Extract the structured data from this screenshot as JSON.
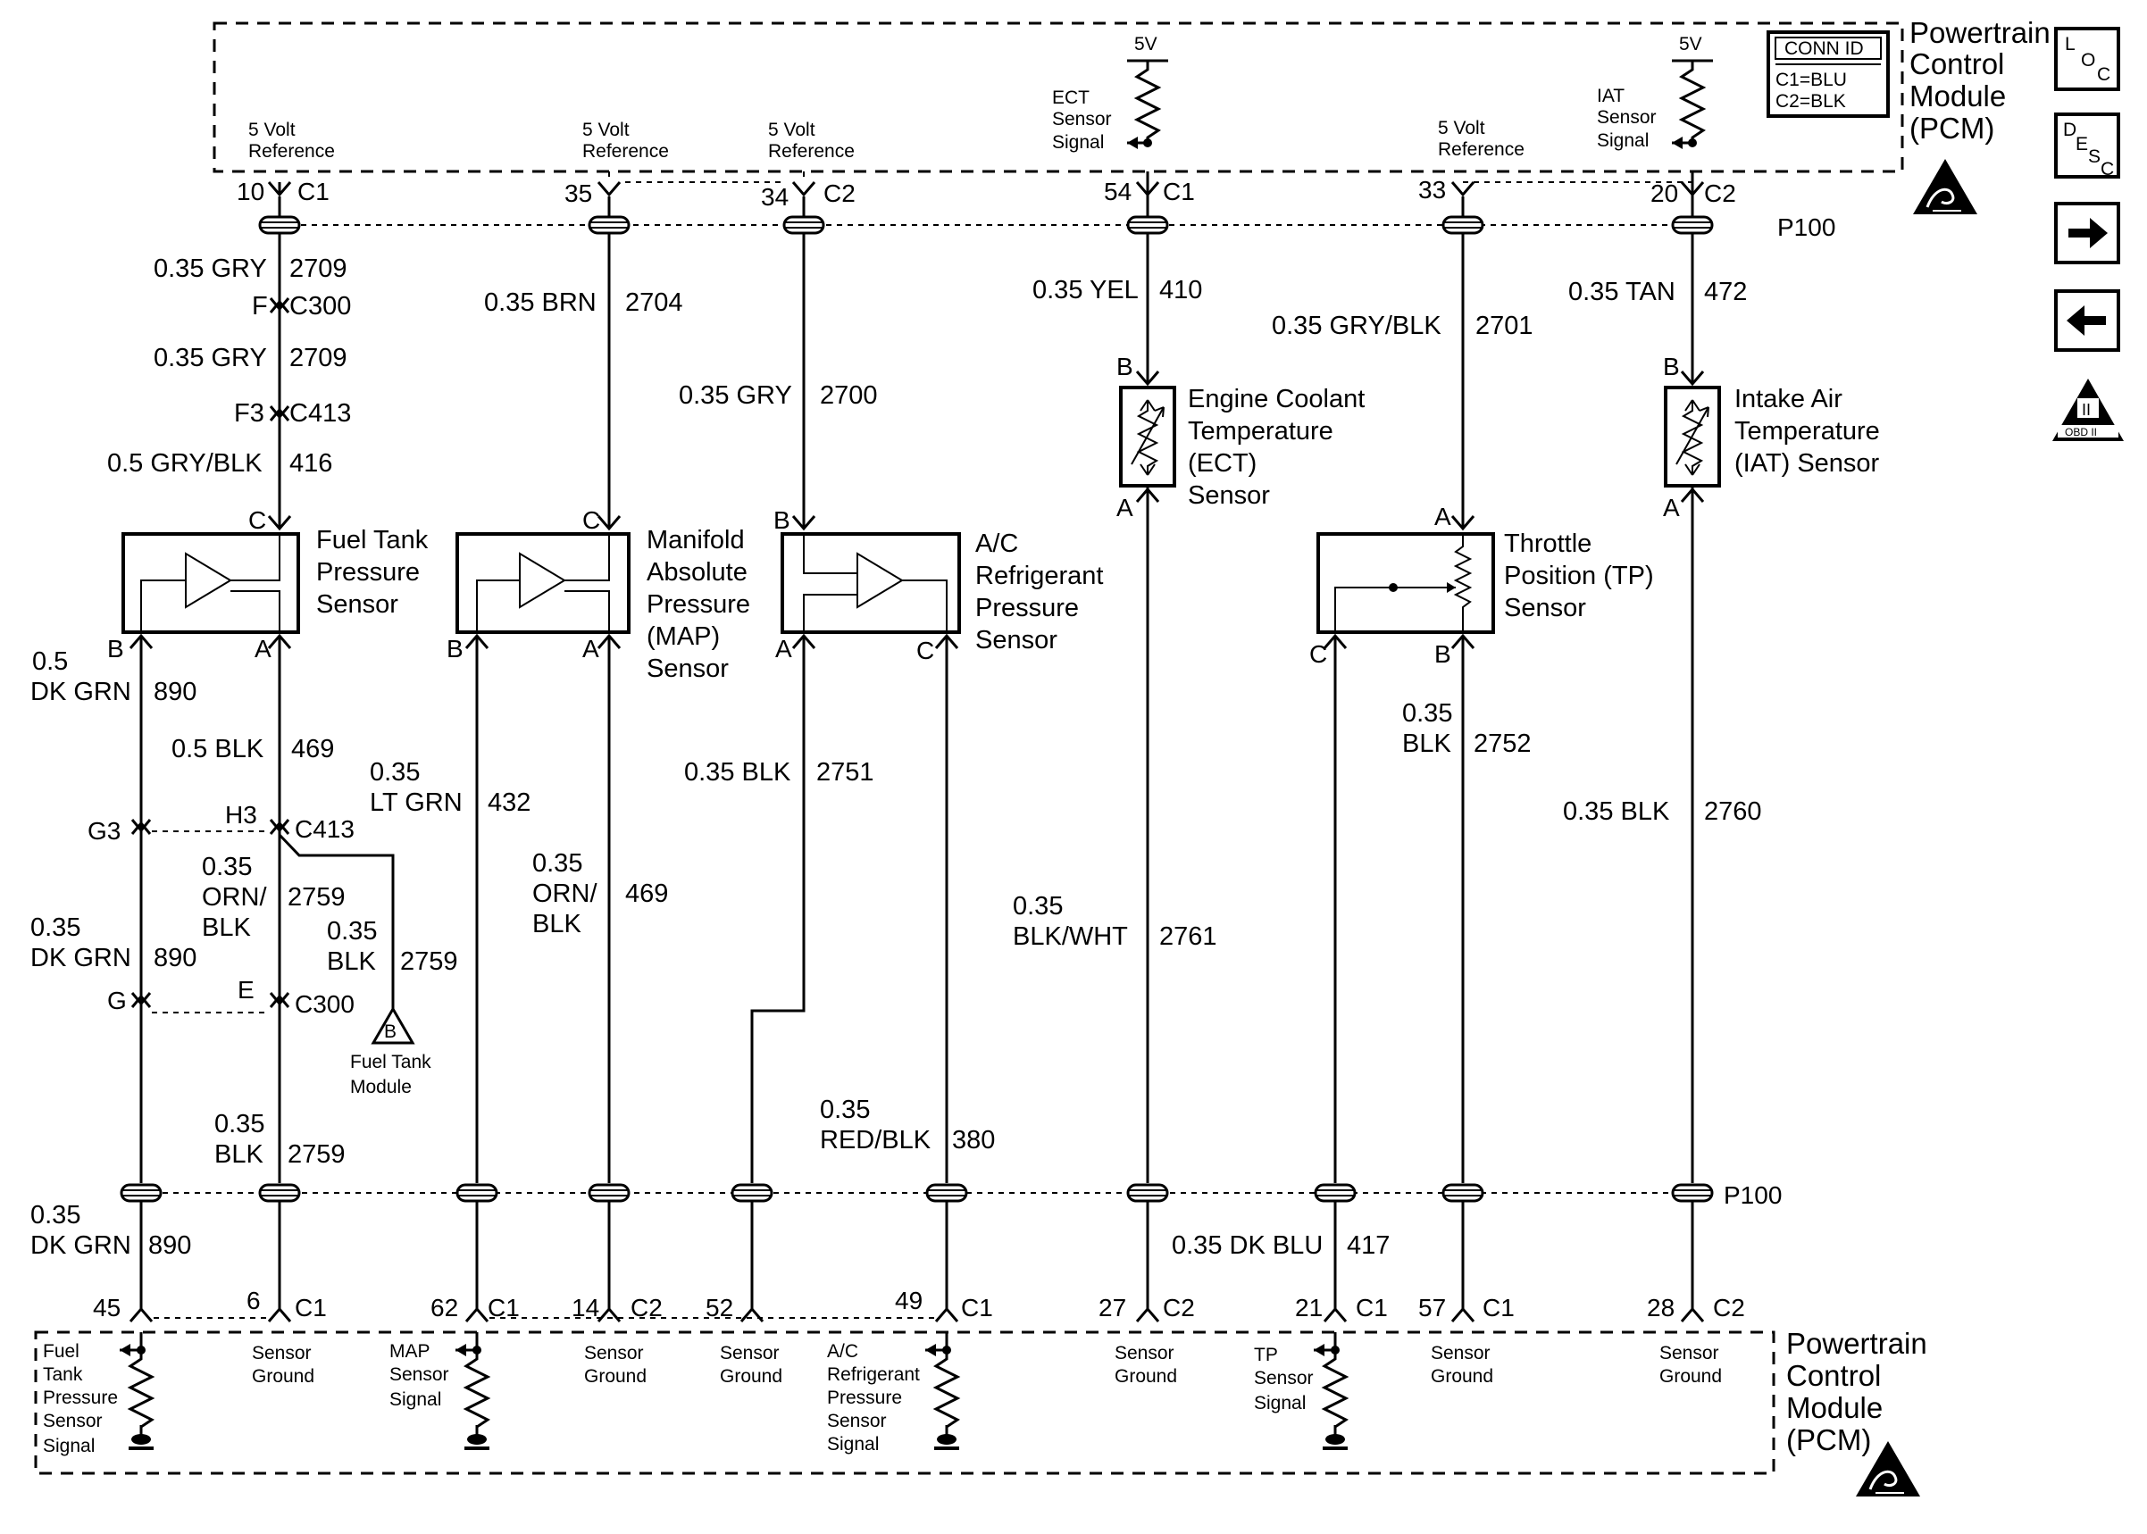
{
  "pcm_top": {
    "title": [
      "Powertrain",
      "Control",
      "Module",
      "(PCM)"
    ],
    "conn_id": {
      "title": "CONN ID",
      "c1": "C1=BLU",
      "c2": "C2=BLK"
    },
    "five_volt": "5V",
    "ref_line1": "5 Volt",
    "ref_line2": "Reference",
    "ect_signal": [
      "ECT",
      "Sensor",
      "Signal"
    ],
    "iat_signal": [
      "IAT",
      "Sensor",
      "Signal"
    ]
  },
  "pins_top": {
    "p10": "10",
    "p35": "35",
    "p34": "34",
    "p54": "54",
    "p33": "33",
    "p20": "20",
    "c1": "C1",
    "c2": "C2",
    "p100": "P100"
  },
  "wires": {
    "w2709a": [
      "0.35 GRY",
      "2709"
    ],
    "c300_top": [
      "F",
      "C300"
    ],
    "w2709b": [
      "0.35 GRY",
      "2709"
    ],
    "c413_top": [
      "F3",
      "C413"
    ],
    "w416": [
      "0.5 GRY/BLK",
      "416"
    ],
    "w2704": [
      "0.35 BRN",
      "2704"
    ],
    "w2700": [
      "0.35 GRY",
      "2700"
    ],
    "w410": [
      "0.35 YEL",
      "410"
    ],
    "w2701": [
      "0.35 GRY/BLK",
      "2701"
    ],
    "w472": [
      "0.35 TAN",
      "472"
    ],
    "w890a": [
      "0.5",
      "DK GRN",
      "890"
    ],
    "w469a": [
      "0.5 BLK",
      "469"
    ],
    "w432": [
      "0.35",
      "LT GRN",
      "432"
    ],
    "w2751": [
      "0.35 BLK",
      "2751"
    ],
    "w2752": [
      "0.35",
      "BLK",
      "2752"
    ],
    "w2760": [
      "0.35 BLK",
      "2760"
    ],
    "c413_mid": [
      "G3",
      "H3",
      "C413"
    ],
    "w2759a": [
      "0.35",
      "ORN/",
      "BLK",
      "2759"
    ],
    "w2759b": [
      "0.35",
      "BLK",
      "2759"
    ],
    "w890b": [
      "0.35",
      "DK GRN",
      "890"
    ],
    "w469b": [
      "0.35",
      "ORN/",
      "BLK",
      "469"
    ],
    "w2761": [
      "0.35",
      "BLK/WHT",
      "2761"
    ],
    "c300_mid": [
      "G",
      "E",
      "C300"
    ],
    "w2759c": [
      "0.35",
      "BLK",
      "2759"
    ],
    "w380": [
      "0.35",
      "RED/BLK",
      "380"
    ],
    "w890c": [
      "0.35",
      "DK GRN",
      "890"
    ],
    "w417": [
      "0.35 DK BLU",
      "417"
    ],
    "fuel_tank_module": [
      "Fuel Tank",
      "Module"
    ],
    "fuel_tank_module_ref": "B"
  },
  "sensors": {
    "fuel_tank": [
      "Fuel Tank",
      "Pressure",
      "Sensor"
    ],
    "map": [
      "Manifold",
      "Absolute",
      "Pressure",
      "(MAP)",
      "Sensor"
    ],
    "ac": [
      "A/C",
      "Refrigerant",
      "Pressure",
      "Sensor"
    ],
    "ect": [
      "Engine Coolant",
      "Temperature",
      "(ECT)",
      "Sensor"
    ],
    "tp": [
      "Throttle",
      "Position (TP)",
      "Sensor"
    ],
    "iat": [
      "Intake Air",
      "Temperature",
      "(IAT) Sensor"
    ],
    "pin_a": "A",
    "pin_b": "B",
    "pin_c": "C"
  },
  "pins_bottom": {
    "p45": "45",
    "p6": "6",
    "p62": "62",
    "p14": "14",
    "p52": "52",
    "p49": "49",
    "p27": "27",
    "p21": "21",
    "p57": "57",
    "p28": "28",
    "c1": "C1",
    "c2": "C2",
    "p100": "P100"
  },
  "pcm_bottom": {
    "title": [
      "Powertrain",
      "Control",
      "Module",
      "(PCM)"
    ],
    "fuel_tank_signal": [
      "Fuel",
      "Tank",
      "Pressure",
      "Sensor",
      "Signal"
    ],
    "map_signal": [
      "MAP",
      "Sensor",
      "Signal"
    ],
    "ac_signal": [
      "A/C",
      "Refrigerant",
      "Pressure",
      "Sensor",
      "Signal"
    ],
    "tp_signal": [
      "TP",
      "Sensor",
      "Signal"
    ],
    "sensor_ground": [
      "Sensor",
      "Ground"
    ]
  },
  "side_icons": {
    "loc": [
      "L",
      "O",
      "C"
    ],
    "desc": [
      "D",
      "E",
      "S",
      "C"
    ],
    "obd": [
      "II",
      "OBD II"
    ]
  }
}
